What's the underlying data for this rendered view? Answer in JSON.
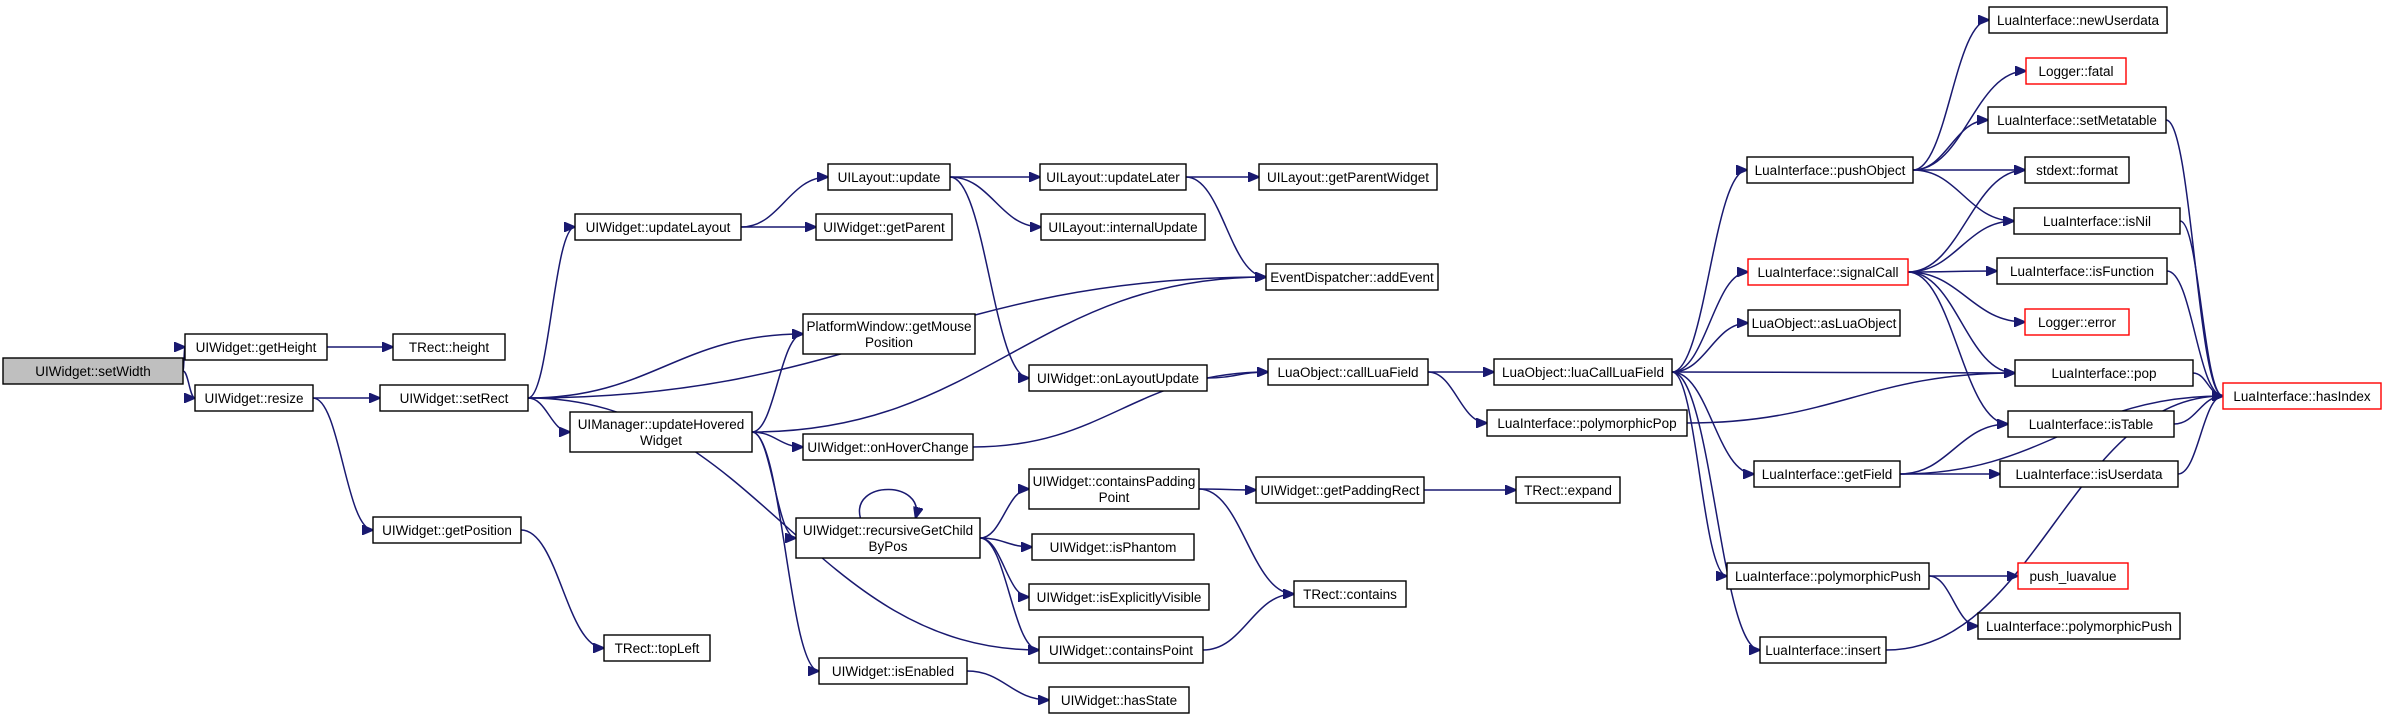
{
  "colors": {
    "edge": "#191970",
    "node_border": "#000000",
    "node_fill": "#ffffff",
    "root_fill": "#bfbfbf",
    "truncated_border": "#ff0000"
  },
  "nodes": [
    {
      "id": "n0",
      "lines": [
        "UIWidget::setWidth"
      ],
      "root": true
    },
    {
      "id": "n1",
      "lines": [
        "UIWidget::getHeight"
      ]
    },
    {
      "id": "n2",
      "lines": [
        "TRect::height"
      ]
    },
    {
      "id": "n3",
      "lines": [
        "UIWidget::resize"
      ]
    },
    {
      "id": "n4",
      "lines": [
        "UIWidget::setRect"
      ]
    },
    {
      "id": "n5",
      "lines": [
        "EventDispatcher::addEvent"
      ]
    },
    {
      "id": "n6",
      "lines": [
        "PlatformWindow::getMouse",
        "Position"
      ]
    },
    {
      "id": "n7",
      "lines": [
        "UIManager::updateHovered",
        "Widget"
      ]
    },
    {
      "id": "n8",
      "lines": [
        "UIWidget::isEnabled"
      ]
    },
    {
      "id": "n9",
      "lines": [
        "UIWidget::hasState"
      ]
    },
    {
      "id": "n10",
      "lines": [
        "UIWidget::onHoverChange"
      ]
    },
    {
      "id": "n11",
      "lines": [
        "LuaObject::callLuaField"
      ]
    },
    {
      "id": "n12",
      "lines": [
        "LuaInterface::polymorphicPop"
      ]
    },
    {
      "id": "n13",
      "lines": [
        "LuaInterface::pop"
      ]
    },
    {
      "id": "n14",
      "lines": [
        "LuaInterface::hasIndex"
      ],
      "truncated": true
    },
    {
      "id": "n15",
      "lines": [
        "LuaObject::luaCallLuaField"
      ]
    },
    {
      "id": "n16",
      "lines": [
        "LuaObject::asLuaObject"
      ]
    },
    {
      "id": "n17",
      "lines": [
        "LuaInterface::getField"
      ]
    },
    {
      "id": "n18",
      "lines": [
        "LuaInterface::isTable"
      ]
    },
    {
      "id": "n19",
      "lines": [
        "LuaInterface::isUserdata"
      ]
    },
    {
      "id": "n20",
      "lines": [
        "LuaInterface::insert"
      ]
    },
    {
      "id": "n21",
      "lines": [
        "LuaInterface::isNil"
      ]
    },
    {
      "id": "n22",
      "lines": [
        "LuaInterface::polymorphicPush"
      ]
    },
    {
      "id": "n23",
      "lines": [
        "LuaInterface::polymorphicPush"
      ]
    },
    {
      "id": "n24",
      "lines": [
        "push_luavalue"
      ],
      "truncated": true
    },
    {
      "id": "n25",
      "lines": [
        "LuaInterface::pushObject"
      ]
    },
    {
      "id": "n26",
      "lines": [
        "LuaInterface::newUserdata"
      ]
    },
    {
      "id": "n27",
      "lines": [
        "Logger::fatal"
      ],
      "truncated": true
    },
    {
      "id": "n28",
      "lines": [
        "LuaInterface::setMetatable"
      ]
    },
    {
      "id": "n29",
      "lines": [
        "stdext::format"
      ]
    },
    {
      "id": "n30",
      "lines": [
        "LuaInterface::signalCall"
      ],
      "truncated": true
    },
    {
      "id": "n31",
      "lines": [
        "LuaInterface::isFunction"
      ]
    },
    {
      "id": "n32",
      "lines": [
        "Logger::error"
      ],
      "truncated": true
    },
    {
      "id": "n33",
      "lines": [
        "UIWidget::recursiveGetChild",
        "ByPos"
      ]
    },
    {
      "id": "n34",
      "lines": [
        "UIWidget::containsPadding",
        "Point"
      ]
    },
    {
      "id": "n35",
      "lines": [
        "UIWidget::getPaddingRect"
      ]
    },
    {
      "id": "n36",
      "lines": [
        "TRect::expand"
      ]
    },
    {
      "id": "n37",
      "lines": [
        "TRect::contains"
      ]
    },
    {
      "id": "n38",
      "lines": [
        "UIWidget::containsPoint"
      ]
    },
    {
      "id": "n39",
      "lines": [
        "UIWidget::isExplicitlyVisible"
      ]
    },
    {
      "id": "n40",
      "lines": [
        "UIWidget::isPhantom"
      ]
    },
    {
      "id": "n41",
      "lines": [
        "UIWidget::updateLayout"
      ]
    },
    {
      "id": "n42",
      "lines": [
        "UIWidget::getParent"
      ]
    },
    {
      "id": "n43",
      "lines": [
        "UILayout::update"
      ]
    },
    {
      "id": "n44",
      "lines": [
        "UILayout::updateLater"
      ]
    },
    {
      "id": "n45",
      "lines": [
        "UILayout::getParentWidget"
      ]
    },
    {
      "id": "n46",
      "lines": [
        "UILayout::internalUpdate"
      ]
    },
    {
      "id": "n47",
      "lines": [
        "UIWidget::onLayoutUpdate"
      ]
    },
    {
      "id": "n48",
      "lines": [
        "UIWidget::getPosition"
      ]
    },
    {
      "id": "n49",
      "lines": [
        "TRect::topLeft"
      ]
    }
  ],
  "edges": [
    [
      "n0",
      "n1"
    ],
    [
      "n0",
      "n3"
    ],
    [
      "n1",
      "n2"
    ],
    [
      "n3",
      "n4"
    ],
    [
      "n3",
      "n48"
    ],
    [
      "n4",
      "n5"
    ],
    [
      "n4",
      "n6"
    ],
    [
      "n4",
      "n7"
    ],
    [
      "n4",
      "n38"
    ],
    [
      "n4",
      "n41"
    ],
    [
      "n7",
      "n5"
    ],
    [
      "n7",
      "n6"
    ],
    [
      "n7",
      "n8"
    ],
    [
      "n7",
      "n10"
    ],
    [
      "n7",
      "n33"
    ],
    [
      "n8",
      "n9"
    ],
    [
      "n10",
      "n11"
    ],
    [
      "n11",
      "n12"
    ],
    [
      "n11",
      "n15"
    ],
    [
      "n12",
      "n13"
    ],
    [
      "n13",
      "n14"
    ],
    [
      "n15",
      "n16"
    ],
    [
      "n15",
      "n17"
    ],
    [
      "n15",
      "n20"
    ],
    [
      "n15",
      "n13"
    ],
    [
      "n15",
      "n22"
    ],
    [
      "n15",
      "n25"
    ],
    [
      "n15",
      "n30"
    ],
    [
      "n17",
      "n18"
    ],
    [
      "n17",
      "n19"
    ],
    [
      "n17",
      "n14"
    ],
    [
      "n18",
      "n14"
    ],
    [
      "n19",
      "n14"
    ],
    [
      "n20",
      "n14"
    ],
    [
      "n21",
      "n14"
    ],
    [
      "n22",
      "n23"
    ],
    [
      "n22",
      "n24"
    ],
    [
      "n25",
      "n26"
    ],
    [
      "n25",
      "n27"
    ],
    [
      "n25",
      "n28"
    ],
    [
      "n25",
      "n29"
    ],
    [
      "n25",
      "n21"
    ],
    [
      "n28",
      "n14"
    ],
    [
      "n30",
      "n29"
    ],
    [
      "n30",
      "n21"
    ],
    [
      "n30",
      "n31"
    ],
    [
      "n30",
      "n32"
    ],
    [
      "n30",
      "n13"
    ],
    [
      "n30",
      "n18"
    ],
    [
      "n31",
      "n14"
    ],
    [
      "n33",
      "n33"
    ],
    [
      "n33",
      "n34"
    ],
    [
      "n33",
      "n38"
    ],
    [
      "n33",
      "n39"
    ],
    [
      "n33",
      "n40"
    ],
    [
      "n34",
      "n35"
    ],
    [
      "n34",
      "n37"
    ],
    [
      "n35",
      "n36"
    ],
    [
      "n38",
      "n37"
    ],
    [
      "n41",
      "n42"
    ],
    [
      "n41",
      "n43"
    ],
    [
      "n43",
      "n44"
    ],
    [
      "n43",
      "n46"
    ],
    [
      "n43",
      "n47"
    ],
    [
      "n44",
      "n45"
    ],
    [
      "n44",
      "n5"
    ],
    [
      "n47",
      "n11"
    ],
    [
      "n48",
      "n49"
    ]
  ]
}
